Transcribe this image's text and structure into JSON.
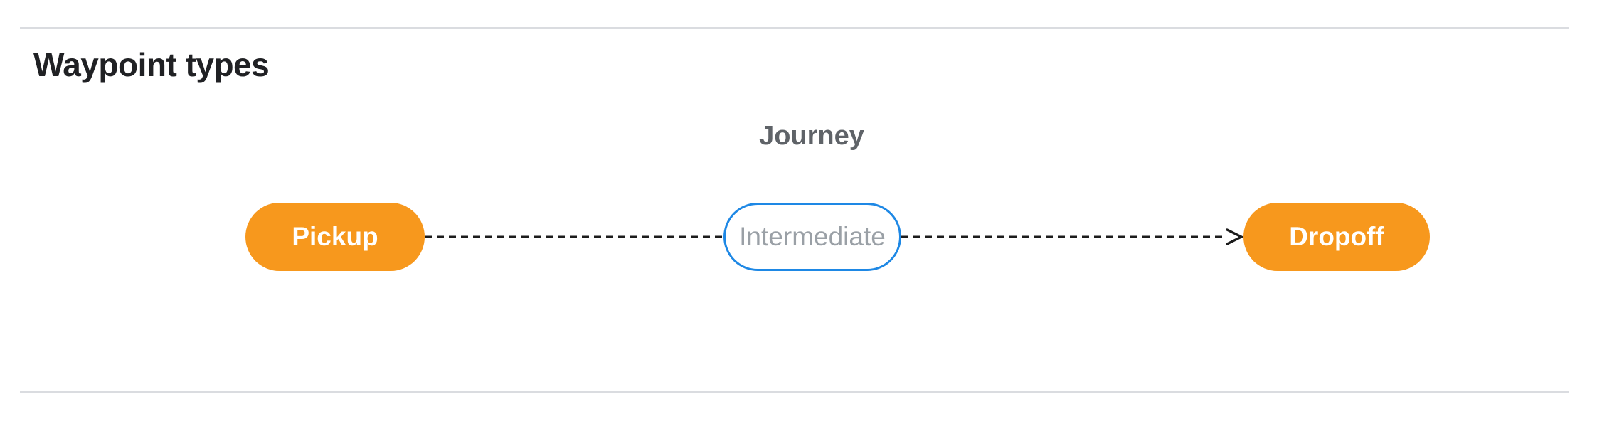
{
  "page": {
    "section_title": "Waypoint types"
  },
  "figure": {
    "edge_label": "Journey",
    "nodes": [
      {
        "id": "pickup",
        "label": "Pickup",
        "shape": "pill",
        "variant": "filled-orange"
      },
      {
        "id": "intermediate",
        "label": "Intermediate",
        "shape": "pill",
        "variant": "outlined-blue"
      },
      {
        "id": "dropoff",
        "label": "Dropoff",
        "shape": "pill",
        "variant": "filled-orange"
      }
    ],
    "edges": [
      {
        "from": "pickup",
        "to": "intermediate",
        "style": "dashed",
        "arrowhead": "none"
      },
      {
        "from": "intermediate",
        "to": "dropoff",
        "style": "dashed",
        "arrowhead": "vee"
      }
    ]
  },
  "colors": {
    "node_fill_orange": "#F7981D",
    "node_border_blue": "#1E88E5",
    "node_text_white": "#FFFFFF",
    "node_text_gray": "#9AA0A6",
    "edge_label_gray": "#5F6368",
    "heading_text": "#202124",
    "divider_gray": "#DADCE0",
    "edge_black": "#1C1C1C",
    "page_bg": "#FFFFFF"
  }
}
